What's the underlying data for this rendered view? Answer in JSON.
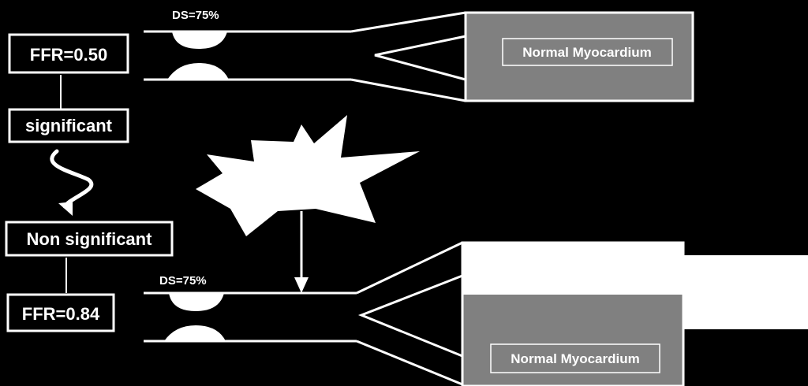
{
  "left_panel": {
    "ffr_top": "FFR=0.50",
    "significant": "significant",
    "non_significant": "Non significant",
    "ffr_bottom": "FFR=0.84"
  },
  "top_vessel": {
    "ds_label": "DS=75%",
    "myocardium_label": "Normal Myocardium"
  },
  "bottom_vessel": {
    "ds_label": "DS=75%",
    "myocardium_label": "Normal Myocardium"
  },
  "colors": {
    "background": "#000000",
    "line": "#ffffff",
    "myocardium_fill": "#808080"
  }
}
